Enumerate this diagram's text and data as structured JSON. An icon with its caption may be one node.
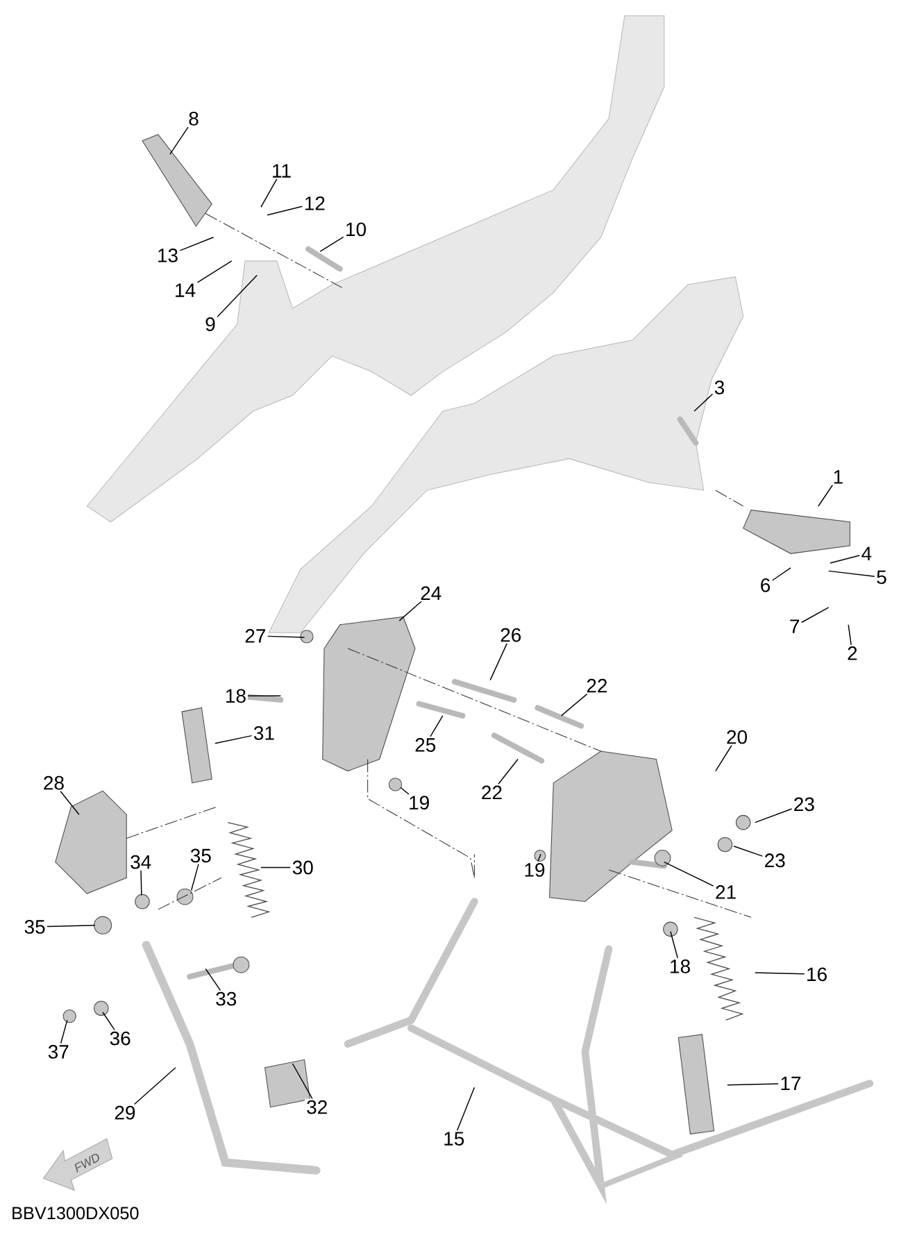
{
  "diagram": {
    "nodes": [
      {
        "text": [
          "8"
        ]
      },
      {
        "text": [
          "11"
        ]
      },
      {
        "text": [
          "12"
        ]
      },
      {
        "text": [
          "10"
        ]
      },
      {
        "text": [
          "13"
        ]
      },
      {
        "text": [
          "14"
        ]
      },
      {
        "text": [
          "9"
        ]
      },
      {
        "text": [
          "3"
        ]
      },
      {
        "text": [
          "1"
        ]
      },
      {
        "text": [
          "4"
        ]
      },
      {
        "text": [
          "5"
        ]
      },
      {
        "text": [
          "6"
        ]
      },
      {
        "text": [
          "24"
        ]
      },
      {
        "text": [
          "7"
        ]
      },
      {
        "text": [
          "27"
        ]
      },
      {
        "text": [
          "26"
        ]
      },
      {
        "text": [
          "2"
        ]
      },
      {
        "text": [
          "22"
        ]
      },
      {
        "text": [
          "18"
        ]
      },
      {
        "text": [
          "31"
        ]
      },
      {
        "text": [
          "20"
        ]
      },
      {
        "text": [
          "25"
        ]
      },
      {
        "text": [
          "28"
        ]
      },
      {
        "text": [
          "22"
        ]
      },
      {
        "text": [
          "19"
        ]
      },
      {
        "text": [
          "23"
        ]
      },
      {
        "text": [
          "34"
        ]
      },
      {
        "text": [
          "35"
        ]
      },
      {
        "text": [
          "23"
        ]
      },
      {
        "text": [
          "30"
        ]
      },
      {
        "text": [
          "19"
        ]
      },
      {
        "text": [
          "21"
        ]
      },
      {
        "text": [
          "35"
        ]
      },
      {
        "text": [
          "18"
        ]
      },
      {
        "text": [
          "16"
        ]
      },
      {
        "text": [
          "33"
        ]
      },
      {
        "text": [
          "36"
        ]
      },
      {
        "text": [
          "37"
        ]
      },
      {
        "text": [
          "17"
        ]
      },
      {
        "text": [
          "32"
        ]
      },
      {
        "text": [
          "29"
        ]
      },
      {
        "text": [
          "15"
        ]
      }
    ],
    "edges": [
      {
        "from": 0,
        "to": null,
        "arrow": "none"
      },
      {
        "from": 1,
        "to": null,
        "arrow": "none"
      },
      {
        "from": 2,
        "to": null,
        "arrow": "none"
      },
      {
        "from": 3,
        "to": null,
        "arrow": "none"
      },
      {
        "from": 4,
        "to": null,
        "arrow": "none"
      },
      {
        "from": 5,
        "to": null,
        "arrow": "none"
      },
      {
        "from": 6,
        "to": null,
        "arrow": "none"
      },
      {
        "from": 7,
        "to": null,
        "arrow": "none"
      },
      {
        "from": 8,
        "to": null,
        "arrow": "none"
      },
      {
        "from": 9,
        "to": null,
        "arrow": "none"
      },
      {
        "from": 10,
        "to": null,
        "arrow": "none"
      },
      {
        "from": 11,
        "to": null,
        "arrow": "none"
      },
      {
        "from": 12,
        "to": null,
        "arrow": "none"
      },
      {
        "from": 13,
        "to": null,
        "arrow": "none"
      },
      {
        "from": 14,
        "to": null,
        "arrow": "none"
      },
      {
        "from": 15,
        "to": null,
        "arrow": "none"
      },
      {
        "from": 16,
        "to": null,
        "arrow": "none"
      },
      {
        "from": 17,
        "to": null,
        "arrow": "none"
      },
      {
        "from": 18,
        "to": null,
        "arrow": "none"
      },
      {
        "from": 19,
        "to": null,
        "arrow": "none"
      },
      {
        "from": 20,
        "to": null,
        "arrow": "none"
      },
      {
        "from": 21,
        "to": null,
        "arrow": "none"
      },
      {
        "from": 22,
        "to": null,
        "arrow": "none"
      },
      {
        "from": 23,
        "to": null,
        "arrow": "none"
      },
      {
        "from": 24,
        "to": null,
        "arrow": "none"
      },
      {
        "from": 25,
        "to": null,
        "arrow": "none"
      },
      {
        "from": 26,
        "to": null,
        "arrow": "none"
      },
      {
        "from": 27,
        "to": null,
        "arrow": "none"
      },
      {
        "from": 28,
        "to": null,
        "arrow": "none"
      },
      {
        "from": 29,
        "to": null,
        "arrow": "none"
      },
      {
        "from": 30,
        "to": null,
        "arrow": "none"
      },
      {
        "from": 31,
        "to": null,
        "arrow": "none"
      },
      {
        "from": 32,
        "to": null,
        "arrow": "none"
      },
      {
        "from": 33,
        "to": null,
        "arrow": "none"
      },
      {
        "from": 34,
        "to": null,
        "arrow": "none"
      },
      {
        "from": 35,
        "to": null,
        "arrow": "none"
      },
      {
        "from": 36,
        "to": null,
        "arrow": "none"
      },
      {
        "from": 37,
        "to": null,
        "arrow": "none"
      },
      {
        "from": 38,
        "to": null,
        "arrow": "none"
      },
      {
        "from": 39,
        "to": null,
        "arrow": "none"
      },
      {
        "from": 40,
        "to": null,
        "arrow": "none"
      },
      {
        "from": 41,
        "to": null,
        "arrow": "none"
      }
    ],
    "labels": [
      "FWD",
      "BBV1300DX050"
    ]
  }
}
